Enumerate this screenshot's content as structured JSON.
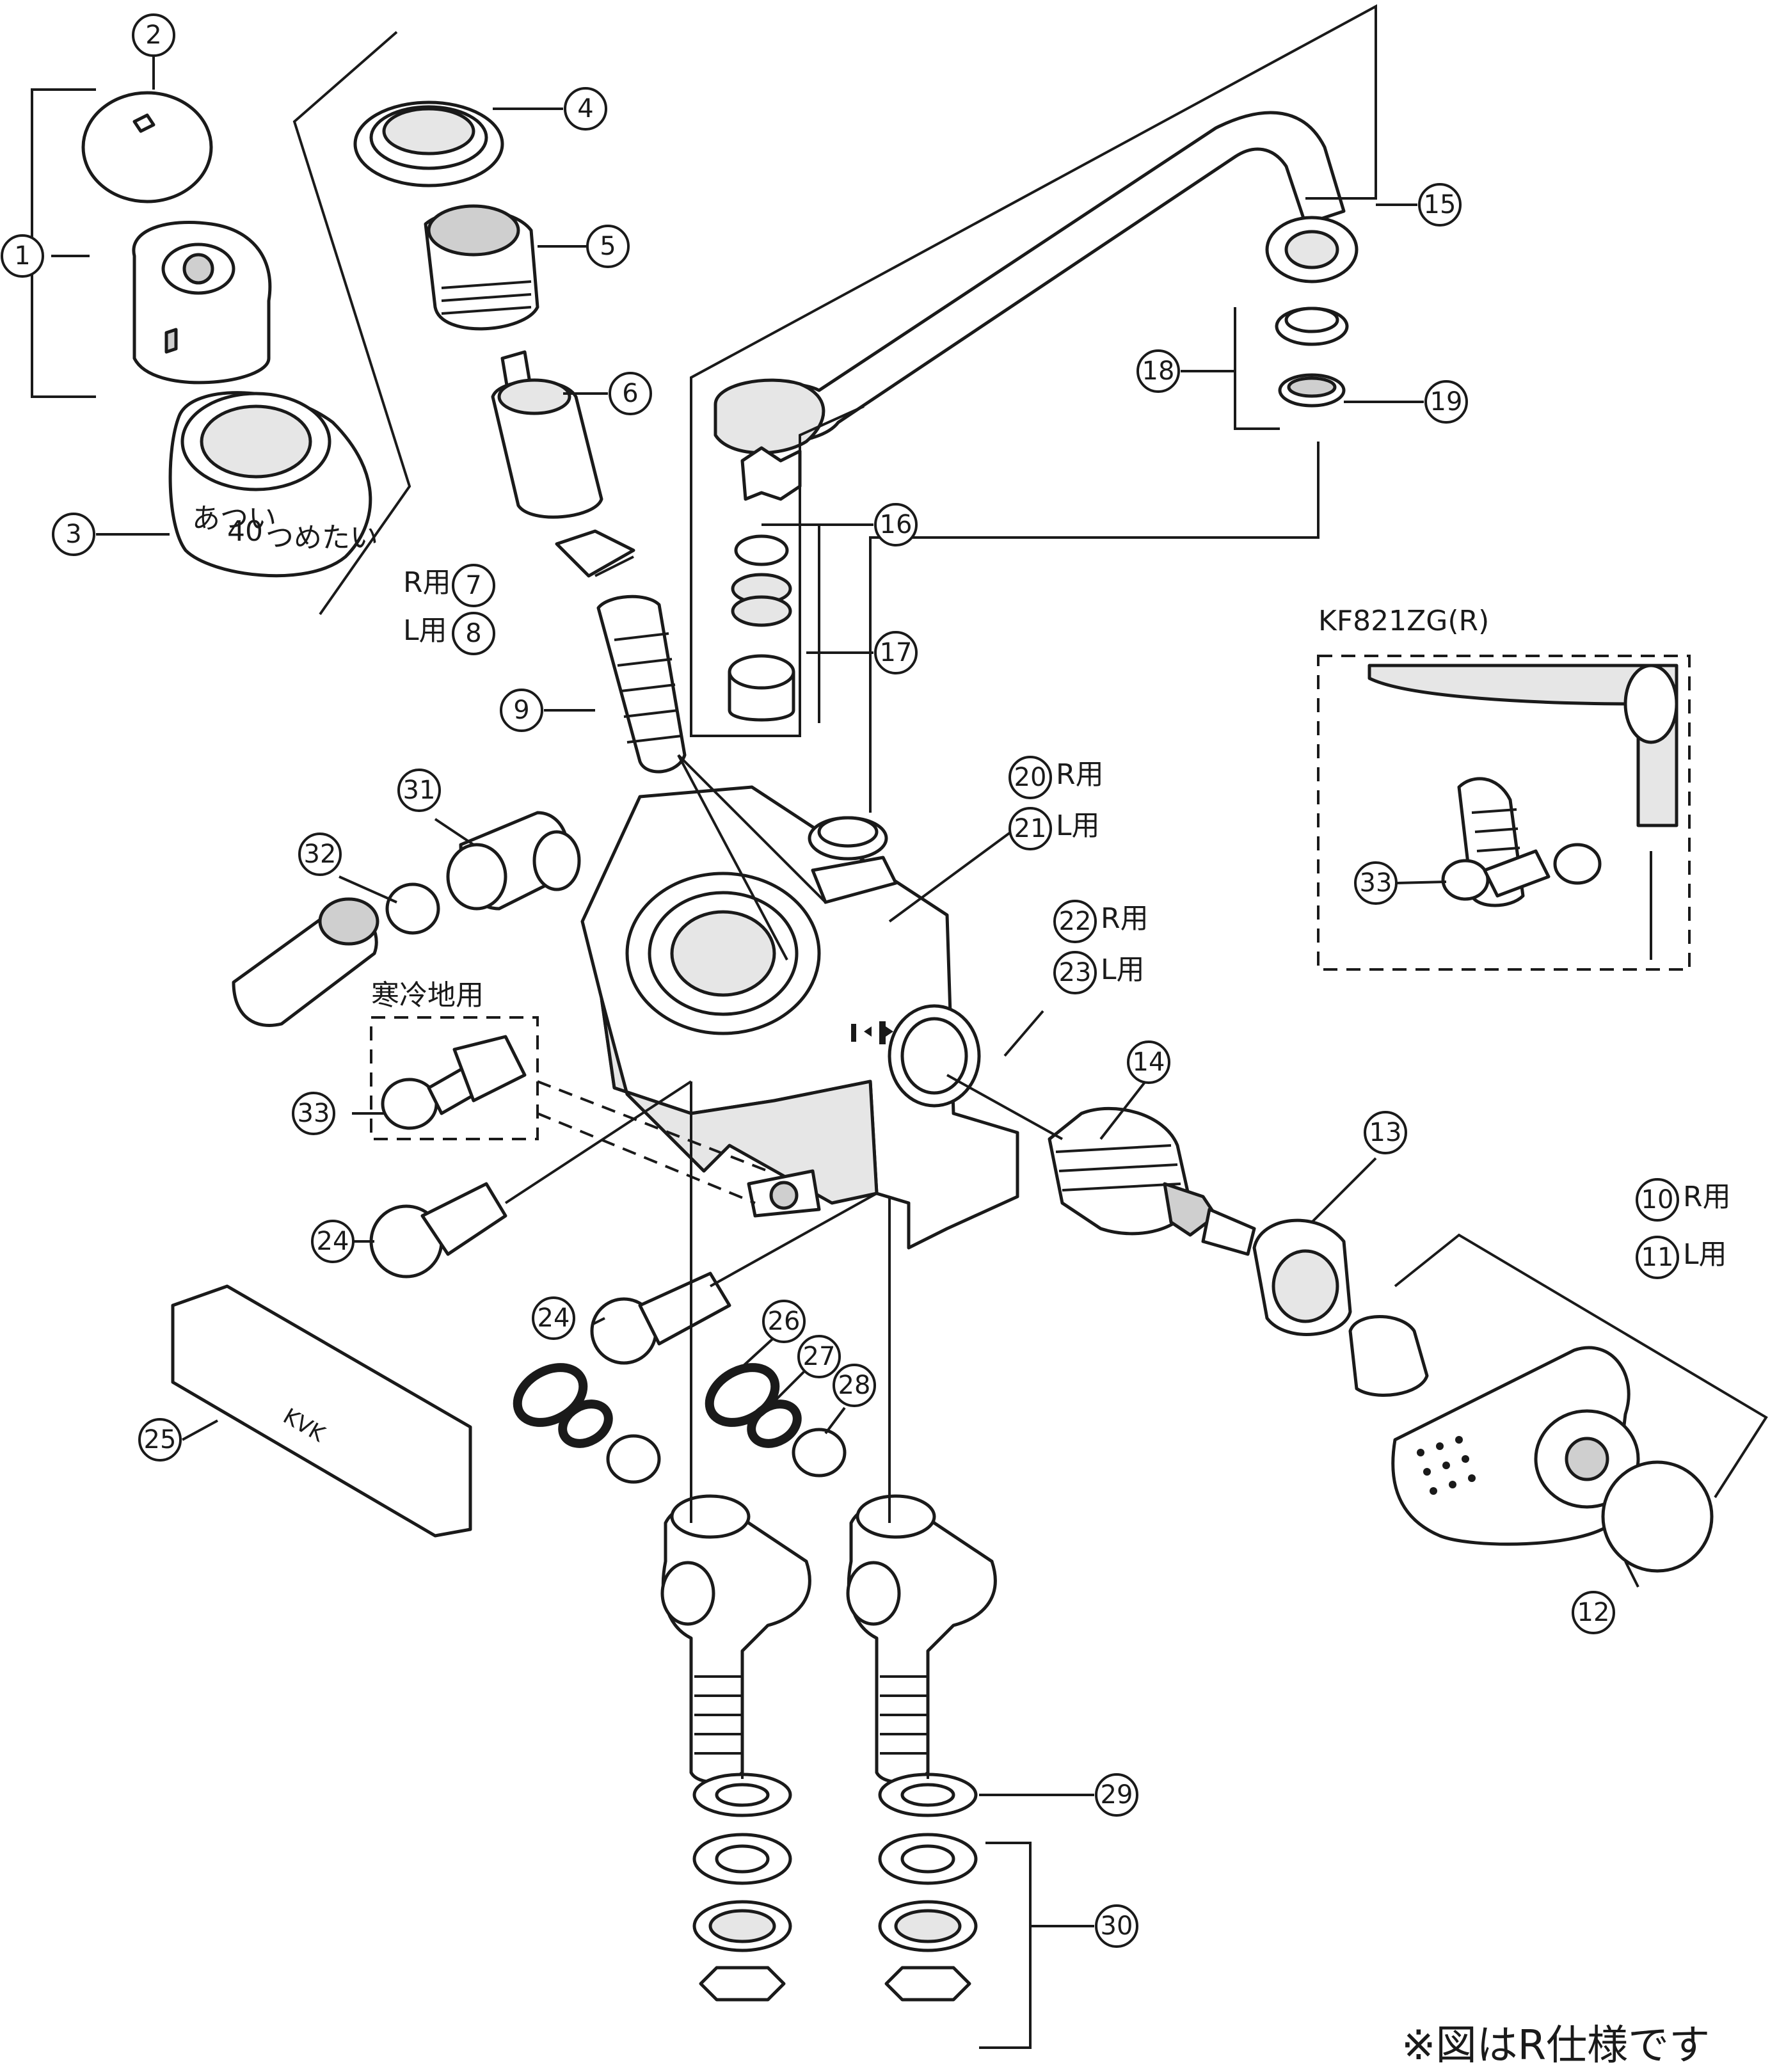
{
  "inset_title": "KF821ZG(R)",
  "cold_region_label": "寒冷地用",
  "r_label": "R用",
  "l_label": "L用",
  "note": "※図はR仕様です",
  "dial_marks": [
    "つめたい",
    "40",
    "あつい"
  ],
  "brand_mark": "KVK",
  "callouts": [
    "1",
    "2",
    "3",
    "4",
    "5",
    "6",
    "7",
    "8",
    "9",
    "10",
    "11",
    "12",
    "13",
    "14",
    "15",
    "16",
    "17",
    "18",
    "19",
    "20",
    "21",
    "22",
    "23",
    "24",
    "25",
    "26",
    "27",
    "28",
    "29",
    "30",
    "31",
    "32",
    "33"
  ]
}
